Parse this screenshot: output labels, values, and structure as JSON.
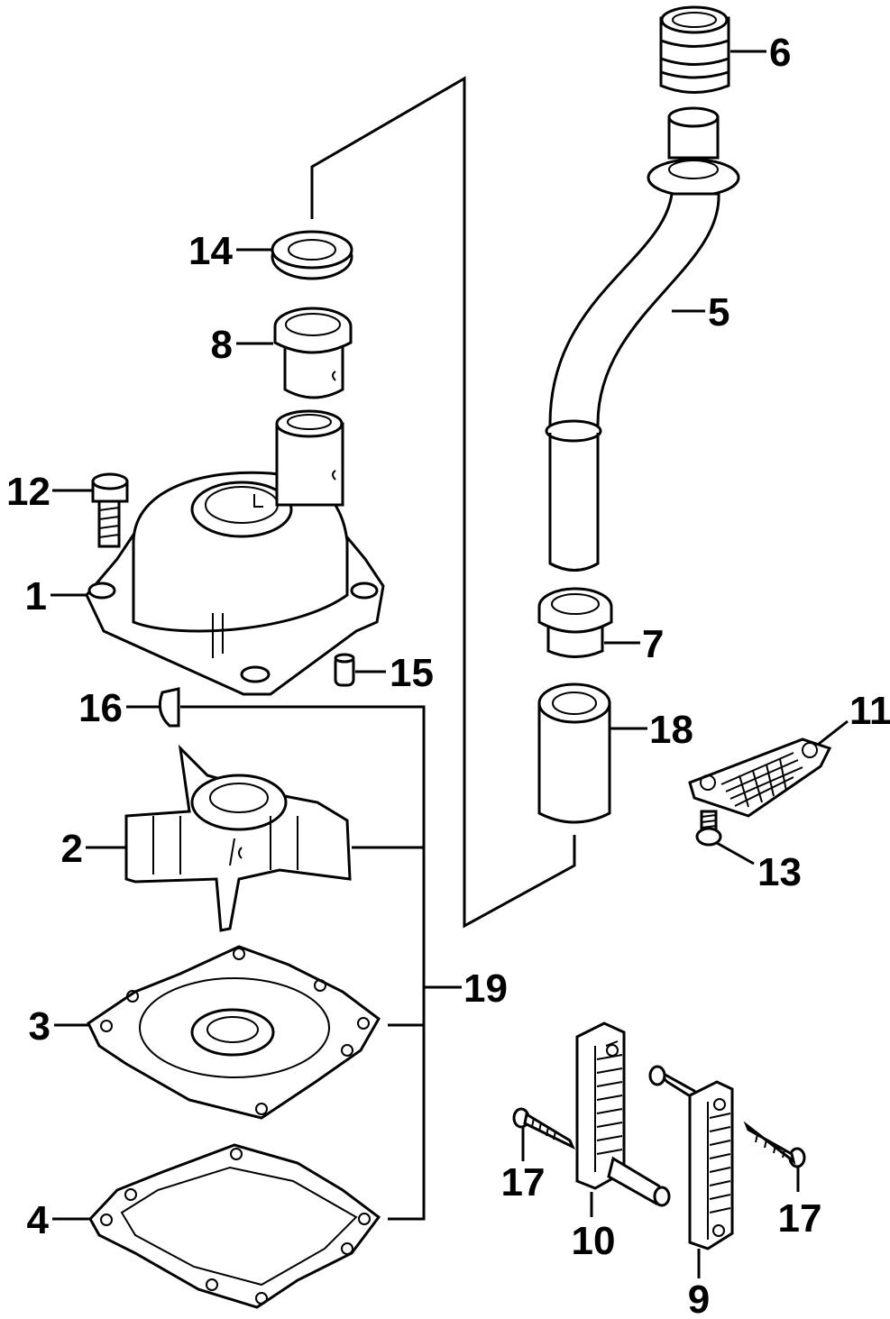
{
  "diagram": {
    "callouts": [
      {
        "id": "1",
        "text": "1"
      },
      {
        "id": "2",
        "text": "2"
      },
      {
        "id": "3",
        "text": "3"
      },
      {
        "id": "4",
        "text": "4"
      },
      {
        "id": "5",
        "text": "5"
      },
      {
        "id": "6",
        "text": "6"
      },
      {
        "id": "7",
        "text": "7"
      },
      {
        "id": "8",
        "text": "8"
      },
      {
        "id": "9",
        "text": "9"
      },
      {
        "id": "10",
        "text": "10"
      },
      {
        "id": "11",
        "text": "11"
      },
      {
        "id": "12",
        "text": "12"
      },
      {
        "id": "13",
        "text": "13"
      },
      {
        "id": "14",
        "text": "14"
      },
      {
        "id": "15",
        "text": "15"
      },
      {
        "id": "16",
        "text": "16"
      },
      {
        "id": "17a",
        "text": "17"
      },
      {
        "id": "17b",
        "text": "17"
      },
      {
        "id": "18",
        "text": "18"
      },
      {
        "id": "19",
        "text": "19"
      }
    ],
    "colors": {
      "ink": "#000000",
      "paper": "#ffffff"
    }
  }
}
